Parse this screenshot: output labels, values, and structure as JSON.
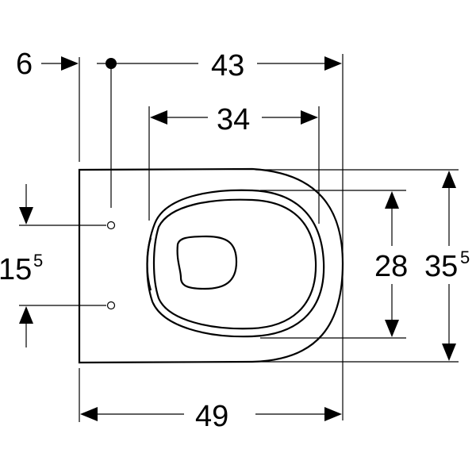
{
  "dimensions": {
    "offset_6": "6",
    "width_43": "43",
    "width_34": "34",
    "height_28": "28",
    "height_35_main": "35",
    "height_35_sup": "5",
    "spacing_15_main": "15",
    "spacing_15_sup": "5",
    "length_49": "49"
  }
}
